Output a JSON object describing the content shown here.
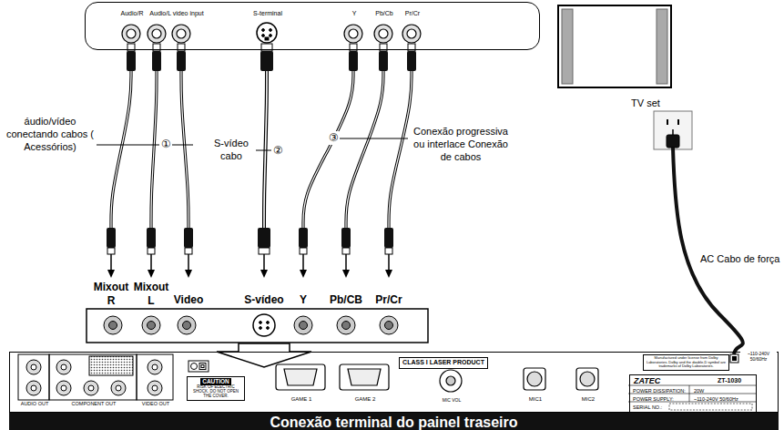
{
  "diagram": {
    "nodes": [
      {
        "text": [
          "Audio/R",
          "Audio/L video input",
          "S-terminal",
          "Y",
          "Pb/Cb",
          "Pr/Cr"
        ]
      },
      {
        "text": [
          "TV set"
        ]
      },
      {
        "text": [
          "AUDIO OUT",
          "COMPONENT OUT",
          "VIDEO OUT"
        ]
      },
      {
        "text": [
          "CAUTION",
          "RISK OF ELECTRIC SHOCK. DO NOT OPEN THE COVER."
        ],
        "in": 2
      },
      {
        "text": [
          "GAME 1"
        ],
        "in": 2
      },
      {
        "text": [
          "GAME 2"
        ],
        "in": 2
      },
      {
        "text": [
          "CLASS I LASER PRODUCT"
        ],
        "in": 2
      },
      {
        "text": [
          "MIC VOL"
        ],
        "in": 2
      },
      {
        "text": [
          "MIC1"
        ],
        "in": 2
      },
      {
        "text": [
          "MIC2"
        ],
        "in": 2
      },
      {
        "text": [
          "Manufactured under license from Dolby Laboratories. Dolby and the double-D symbol are trademarks of Dolby Laboratories."
        ],
        "in": 2
      },
      {
        "text": [
          "ZATEC",
          "ZT-1030",
          "POWER DISSIPATION:",
          "20W",
          "POWER SUPPLY:",
          "~110-240V 50/60Hz",
          "SERIAL NO.:"
        ],
        "in": 2
      },
      {
        "text": [
          "Conexão terminal do painel traseiro"
        ]
      }
    ],
    "labels": [
      "áudio/vídeo conectando cabos ( Acessórios)",
      "①",
      "S-vídeo cabo",
      "②",
      "③",
      "Conexão progressiva ou interlace Conexão de cabos",
      "Mixout R",
      "Mixout L",
      "Video",
      "S-vídeo",
      "Y",
      "Pb/CB",
      "Pr/Cr",
      "AC Cabo de força",
      "~110-240V 50/60Hz"
    ]
  }
}
